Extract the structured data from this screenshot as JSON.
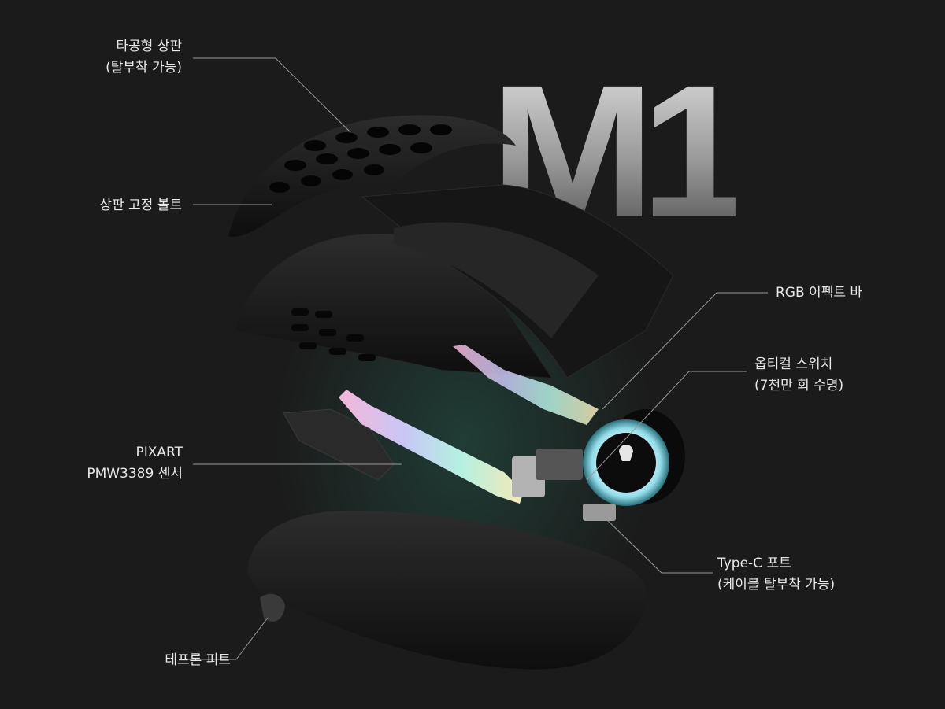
{
  "product": {
    "model": "M1"
  },
  "callouts": {
    "top_shell": [
      "타공형 상판",
      "(탈부착 가능)"
    ],
    "shell_bolt": [
      "상판 고정 볼트"
    ],
    "sensor": [
      "PIXART",
      "PMW3389 센서"
    ],
    "feet": [
      "테프론 피트"
    ],
    "rgb_bar": [
      "RGB 이펙트 바"
    ],
    "optical_switch": [
      "옵티컬 스위치",
      "(7천만 회 수명)"
    ],
    "type_c_port": [
      "Type-C 포트",
      "(케이블 탈부착 가능)"
    ]
  },
  "colors": {
    "background": "#1b1b1b",
    "accent_glow": "#21423a",
    "leader_line": "#9a9a9a",
    "label_text": "#e8e8e8"
  }
}
